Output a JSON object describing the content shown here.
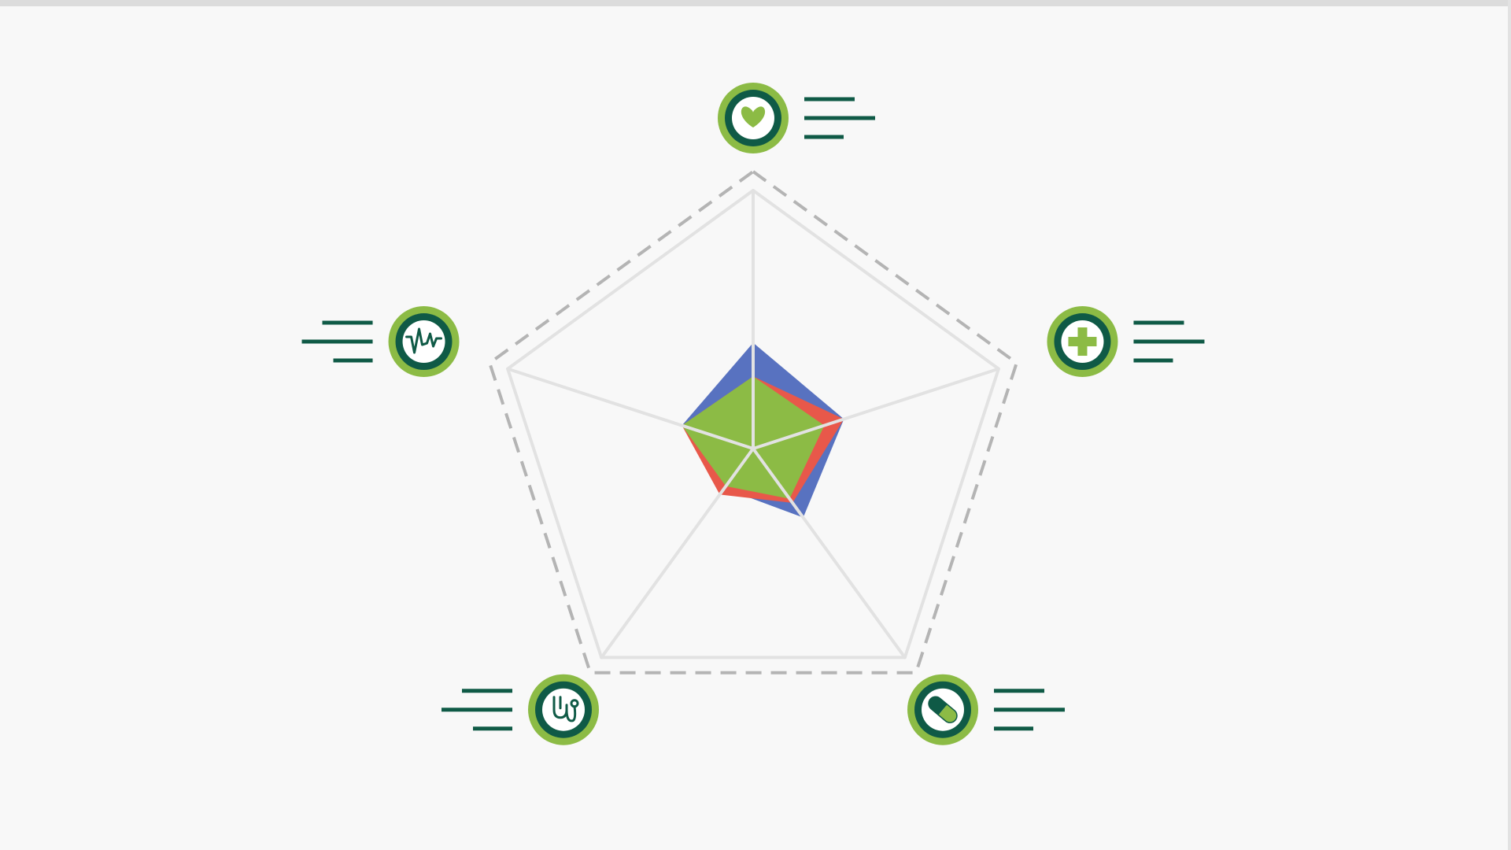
{
  "chart_data": {
    "type": "radar",
    "axes": [
      {
        "icon": "heart-icon"
      },
      {
        "icon": "medical-cross-icon"
      },
      {
        "icon": "pill-icon"
      },
      {
        "icon": "stethoscope-icon"
      },
      {
        "icon": "heartbeat-monitor-icon"
      }
    ],
    "range": [
      0,
      1
    ],
    "series": [
      {
        "values": [
          0.41,
          0.37,
          0.33,
          0.19,
          0.29
        ],
        "color": "#5872c0"
      },
      {
        "values": [
          0.28,
          0.37,
          0.26,
          0.22,
          0.29
        ],
        "color": "#e8584a"
      },
      {
        "values": [
          0.28,
          0.29,
          0.24,
          0.18,
          0.29
        ],
        "color": "#8cbb45"
      }
    ],
    "grid_color": "#e2e2e2",
    "outline_style": "dashed",
    "outline_color": "#b4b4b4"
  },
  "theme": {
    "icon_ring_outer": "#8cbb45",
    "icon_ring_inner": "#0f5a46",
    "icon_glyph": "#8cbb45",
    "line_placeholder": "#0f5a46"
  }
}
